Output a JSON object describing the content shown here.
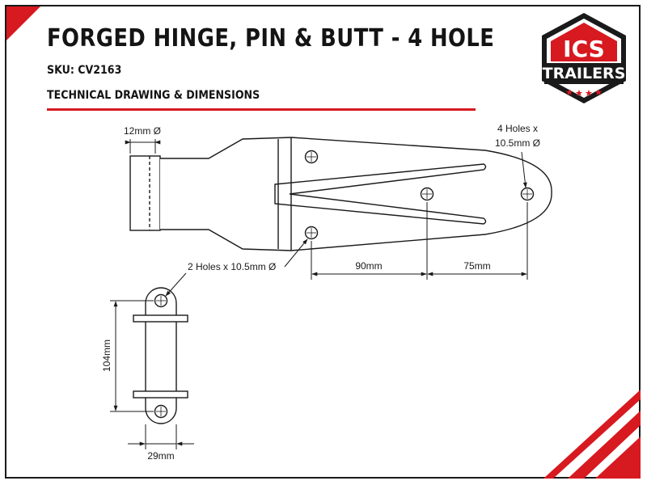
{
  "header": {
    "title": "FORGED HINGE, PIN & BUTT - 4 HOLE",
    "sku": "SKU: CV2163",
    "subtitle": "TECHNICAL DRAWING & DIMENSIONS"
  },
  "logo": {
    "line1": "ICS",
    "line2": "TRAILERS",
    "brand_red": "#d71920",
    "dark": "#1a1a1a"
  },
  "dimensions": {
    "pin_diameter": "12mm Ø",
    "four_holes_line1": "4 Holes x",
    "four_holes_line2": "10.5mm Ø",
    "two_holes": "2 Holes x 10.5mm Ø",
    "spacing_90": "90mm",
    "spacing_75": "75mm",
    "height_104": "104mm",
    "width_29": "29mm"
  },
  "colors": {
    "accent": "#d71920",
    "line": "#1a1a1a"
  }
}
